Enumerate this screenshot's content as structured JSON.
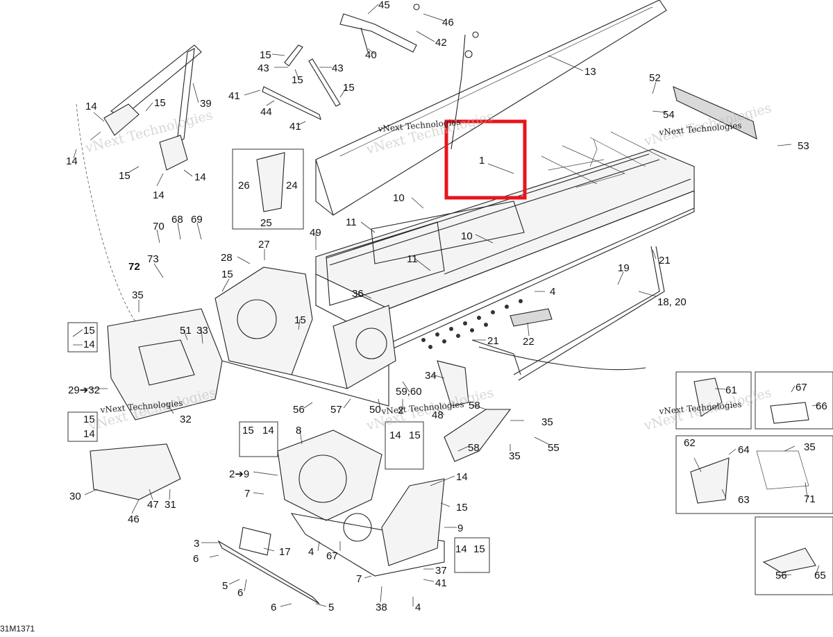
{
  "diagram": {
    "figure_code": "31M1371",
    "highlight_color": "#e8141b",
    "watermark_text": "vNext Technologies",
    "callouts": [
      {
        "id": "c45",
        "text": "45"
      },
      {
        "id": "c46a",
        "text": "46"
      },
      {
        "id": "c42",
        "text": "42"
      },
      {
        "id": "c40",
        "text": "40"
      },
      {
        "id": "c13",
        "text": "13"
      },
      {
        "id": "c15a",
        "text": "15"
      },
      {
        "id": "c43a",
        "text": "43"
      },
      {
        "id": "c15b",
        "text": "15"
      },
      {
        "id": "c43b",
        "text": "43"
      },
      {
        "id": "c41a",
        "text": "41"
      },
      {
        "id": "c15c",
        "text": "15"
      },
      {
        "id": "c44",
        "text": "44"
      },
      {
        "id": "c41b",
        "text": "41"
      },
      {
        "id": "c39",
        "text": "39"
      },
      {
        "id": "c14a",
        "text": "14"
      },
      {
        "id": "c15d",
        "text": "15"
      },
      {
        "id": "c14b",
        "text": "14"
      },
      {
        "id": "c15e",
        "text": "15"
      },
      {
        "id": "c14c",
        "text": "14"
      },
      {
        "id": "c14d",
        "text": "14"
      },
      {
        "id": "c52",
        "text": "52"
      },
      {
        "id": "c54",
        "text": "54"
      },
      {
        "id": "c53",
        "text": "53"
      },
      {
        "id": "c1",
        "text": "1"
      },
      {
        "id": "c26",
        "text": "26"
      },
      {
        "id": "c24",
        "text": "24"
      },
      {
        "id": "c25",
        "text": "25"
      },
      {
        "id": "c10a",
        "text": "10"
      },
      {
        "id": "c11a",
        "text": "11"
      },
      {
        "id": "c10b",
        "text": "10"
      },
      {
        "id": "c49",
        "text": "49"
      },
      {
        "id": "c70",
        "text": "70"
      },
      {
        "id": "c68",
        "text": "68"
      },
      {
        "id": "c69",
        "text": "69"
      },
      {
        "id": "c27",
        "text": "27"
      },
      {
        "id": "c28",
        "text": "28"
      },
      {
        "id": "c73",
        "text": "73"
      },
      {
        "id": "c72",
        "text": "72"
      },
      {
        "id": "c11b",
        "text": "11"
      },
      {
        "id": "c21a",
        "text": "21"
      },
      {
        "id": "c19",
        "text": "19"
      },
      {
        "id": "c15f",
        "text": "15"
      },
      {
        "id": "c35a",
        "text": "35"
      },
      {
        "id": "c36",
        "text": "36"
      },
      {
        "id": "c4a",
        "text": "4"
      },
      {
        "id": "c1820",
        "text": "18, 20"
      },
      {
        "id": "c15g",
        "text": "15"
      },
      {
        "id": "c14e",
        "text": "14"
      },
      {
        "id": "c51",
        "text": "51"
      },
      {
        "id": "c33",
        "text": "33"
      },
      {
        "id": "c15h",
        "text": "15"
      },
      {
        "id": "c22",
        "text": "22"
      },
      {
        "id": "c21b",
        "text": "21"
      },
      {
        "id": "c2932",
        "text": "29➔32"
      },
      {
        "id": "c34",
        "text": "34"
      },
      {
        "id": "c5960",
        "text": "59,60"
      },
      {
        "id": "c61",
        "text": "61"
      },
      {
        "id": "c67a",
        "text": "67"
      },
      {
        "id": "c66",
        "text": "66"
      },
      {
        "id": "c32",
        "text": "32"
      },
      {
        "id": "c56a",
        "text": "56"
      },
      {
        "id": "c57",
        "text": "57"
      },
      {
        "id": "c50",
        "text": "50"
      },
      {
        "id": "c2",
        "text": "2"
      },
      {
        "id": "c48",
        "text": "48"
      },
      {
        "id": "c58a",
        "text": "58"
      },
      {
        "id": "c15i",
        "text": "15"
      },
      {
        "id": "c14f",
        "text": "14"
      },
      {
        "id": "c35b",
        "text": "35"
      },
      {
        "id": "c55",
        "text": "55"
      },
      {
        "id": "c15j",
        "text": "15"
      },
      {
        "id": "c14g",
        "text": "14"
      },
      {
        "id": "c8",
        "text": "8"
      },
      {
        "id": "c14h",
        "text": "14"
      },
      {
        "id": "c15k",
        "text": "15"
      },
      {
        "id": "c58b",
        "text": "58"
      },
      {
        "id": "c35c",
        "text": "35"
      },
      {
        "id": "c62",
        "text": "62"
      },
      {
        "id": "c64",
        "text": "64"
      },
      {
        "id": "c35d",
        "text": "35"
      },
      {
        "id": "c29",
        "text": "2➔9"
      },
      {
        "id": "c14i",
        "text": "14"
      },
      {
        "id": "c30",
        "text": "30"
      },
      {
        "id": "c47",
        "text": "47"
      },
      {
        "id": "c31",
        "text": "31"
      },
      {
        "id": "c7a",
        "text": "7"
      },
      {
        "id": "c15l",
        "text": "15"
      },
      {
        "id": "c63",
        "text": "63"
      },
      {
        "id": "c71",
        "text": "71"
      },
      {
        "id": "c46b",
        "text": "46"
      },
      {
        "id": "c9",
        "text": "9"
      },
      {
        "id": "c3",
        "text": "3"
      },
      {
        "id": "c17",
        "text": "17"
      },
      {
        "id": "c4b",
        "text": "4"
      },
      {
        "id": "c67b",
        "text": "67"
      },
      {
        "id": "c6a",
        "text": "6"
      },
      {
        "id": "c14j",
        "text": "14"
      },
      {
        "id": "c15m",
        "text": "15"
      },
      {
        "id": "c37",
        "text": "37"
      },
      {
        "id": "c5a",
        "text": "5"
      },
      {
        "id": "c7b",
        "text": "7"
      },
      {
        "id": "c41c",
        "text": "41"
      },
      {
        "id": "c6b",
        "text": "6"
      },
      {
        "id": "c56b",
        "text": "56"
      },
      {
        "id": "c65",
        "text": "65"
      },
      {
        "id": "c6c",
        "text": "6"
      },
      {
        "id": "c5b",
        "text": "5"
      },
      {
        "id": "c38",
        "text": "38"
      },
      {
        "id": "c4c",
        "text": "4"
      }
    ]
  }
}
